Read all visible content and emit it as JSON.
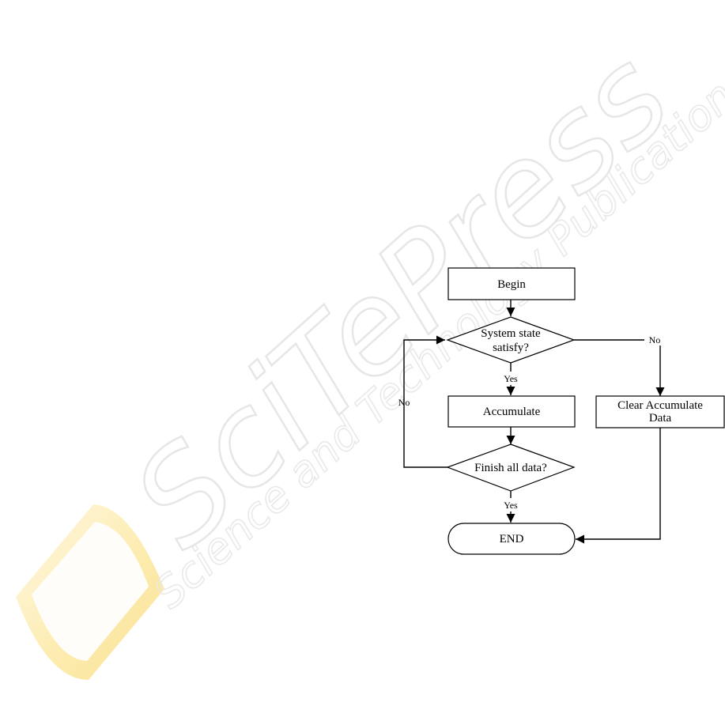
{
  "watermark": {
    "brand": "SciTePress",
    "tagline": "Science and Technology Publications",
    "color": "#ededed",
    "logo_colors": [
      "#fdf3d0",
      "#fcdc6a",
      "#f7c63a"
    ]
  },
  "flowchart": {
    "begin": "Begin",
    "decision_state": [
      "System state",
      "satisfy?"
    ],
    "accumulate": "Accumulate",
    "decision_finish": "Finish all data?",
    "clear": [
      "Clear Accumulate",
      "Data"
    ],
    "end": "END",
    "label_yes_1": "Yes",
    "label_yes_2": "Yes",
    "label_no_right": "No",
    "label_no_left": "No"
  },
  "colors": {
    "stroke": "#000000",
    "fill": "#ffffff"
  }
}
